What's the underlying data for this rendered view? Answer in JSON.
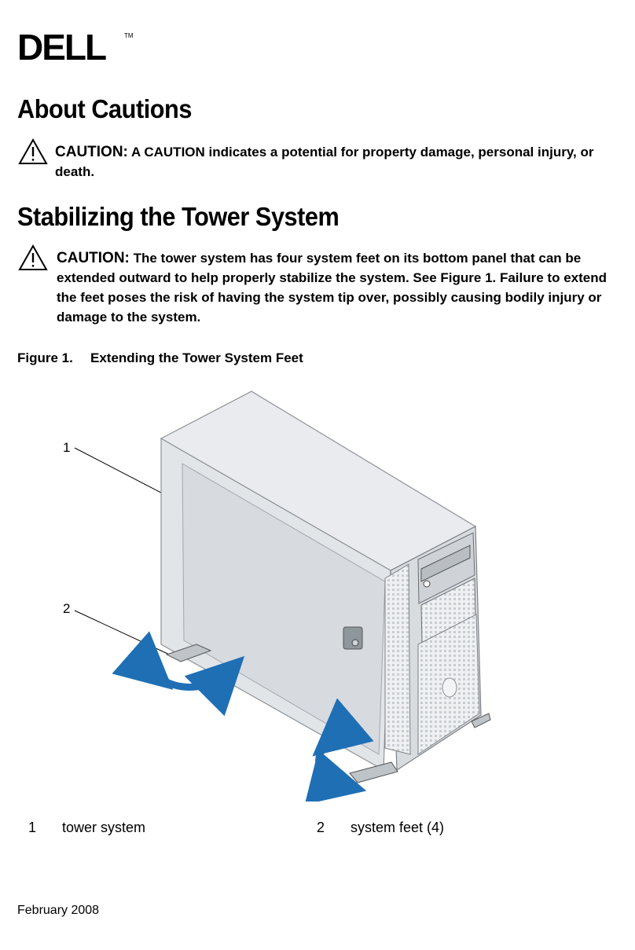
{
  "brand": {
    "name": "DELL",
    "tm": "TM"
  },
  "sections": [
    {
      "heading": "About Cautions"
    },
    {
      "heading": "Stabilizing the Tower System"
    }
  ],
  "cautions": [
    {
      "label": "CAUTION:",
      "text": " A CAUTION indicates a potential for property damage, personal injury, or death."
    },
    {
      "label": "CAUTION:",
      "text": " The tower system has four system feet on its bottom panel that can be extended outward to help properly stabilize the system. See Figure 1. Failure to extend the feet poses the risk of having the system tip over, possibly causing bodily injury or damage to the system."
    }
  ],
  "figure": {
    "number": "Figure 1.",
    "title": "Extending the Tower System Feet",
    "callouts": [
      "1",
      "2"
    ],
    "arrow_color": "#1f6fb5"
  },
  "legend": [
    {
      "num": "1",
      "label": "tower system"
    },
    {
      "num": "2",
      "label": "system feet (4)"
    }
  ],
  "footer": {
    "date": "February 2008"
  }
}
